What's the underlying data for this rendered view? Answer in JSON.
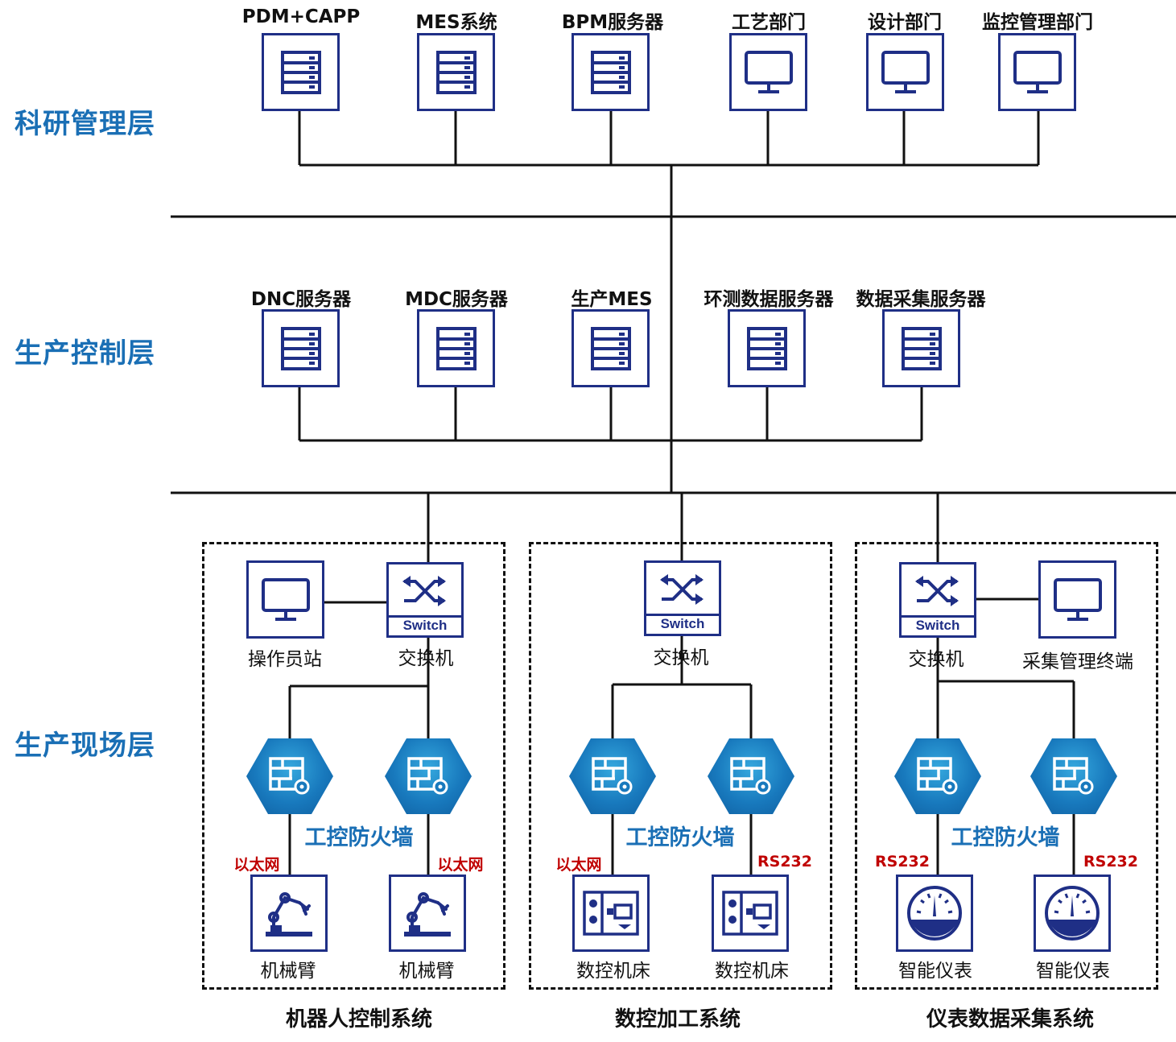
{
  "layers": {
    "research": "科研管理层",
    "control": "生产控制层",
    "field": "生产现场层"
  },
  "research_nodes": [
    {
      "label": "PDM+CAPP",
      "icon": "server-icon"
    },
    {
      "label": "MES系统",
      "icon": "server-icon"
    },
    {
      "label": "BPM服务器",
      "icon": "server-icon"
    },
    {
      "label": "工艺部门",
      "icon": "monitor-icon"
    },
    {
      "label": "设计部门",
      "icon": "monitor-icon"
    },
    {
      "label": "监控管理部门",
      "icon": "monitor-icon"
    }
  ],
  "control_nodes": [
    {
      "label": "DNC服务器",
      "icon": "server-icon"
    },
    {
      "label": "MDC服务器",
      "icon": "server-icon"
    },
    {
      "label": "生产MES",
      "icon": "server-icon"
    },
    {
      "label": "环测数据服务器",
      "icon": "server-icon"
    },
    {
      "label": "数据采集服务器",
      "icon": "server-icon"
    }
  ],
  "switch_tag": "Switch",
  "firewall_label": "工控防火墙",
  "systems": [
    {
      "title": "机器人控制系统",
      "switch_caption": "交换机",
      "terminal_caption": "操作员站",
      "devices": [
        {
          "caption": "机械臂",
          "protocol": "以太网",
          "icon": "robot-arm-icon"
        },
        {
          "caption": "机械臂",
          "protocol": "以太网",
          "icon": "robot-arm-icon"
        }
      ]
    },
    {
      "title": "数控加工系统",
      "switch_caption": "交换机",
      "devices": [
        {
          "caption": "数控机床",
          "protocol": "以太网",
          "icon": "cnc-machine-icon"
        },
        {
          "caption": "数控机床",
          "protocol": "RS232",
          "icon": "cnc-machine-icon"
        }
      ]
    },
    {
      "title": "仪表数据采集系统",
      "switch_caption": "交换机",
      "terminal_caption": "采集管理终端",
      "devices": [
        {
          "caption": "智能仪表",
          "protocol": "RS232",
          "icon": "gauge-icon"
        },
        {
          "caption": "智能仪表",
          "protocol": "RS232",
          "icon": "gauge-icon"
        }
      ]
    }
  ],
  "colors": {
    "layer_text": "#1a6fb5",
    "icon_border": "#1f2f86",
    "protocol_text": "#c00000",
    "firewall_fill": "#1879bd"
  }
}
